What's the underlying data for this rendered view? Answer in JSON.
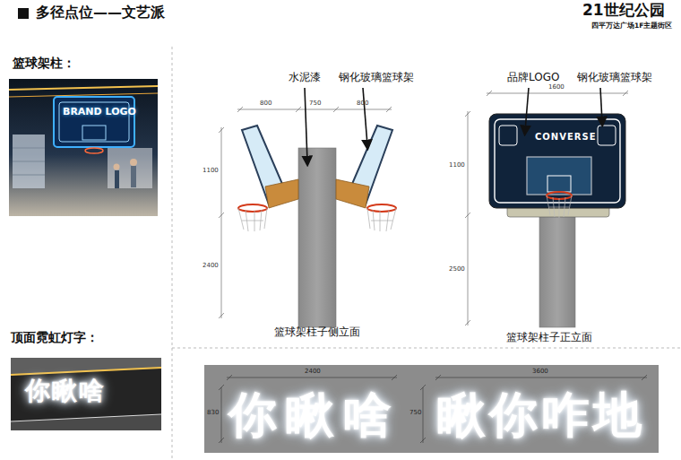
{
  "diagram": {
    "title": "多径点位——文艺派",
    "labels": [
      "21世纪公园",
      "四平万达广场1F主题街区",
      "篮球架柱：",
      "BRAND LOGO",
      "顶面霓虹灯字：",
      "你瞅啥",
      "水泥漆",
      "钢化玻璃篮球架",
      "800",
      "750",
      "800",
      "1100",
      "2400",
      "篮球架柱子侧立面",
      "品牌LOGO",
      "钢化玻璃篮球架",
      "1600",
      "CONVERSE",
      "1100",
      "2500",
      "篮球架柱子正立面",
      "2400",
      "830",
      "你瞅啥",
      "3600",
      "750",
      "瞅你咋地"
    ]
  }
}
